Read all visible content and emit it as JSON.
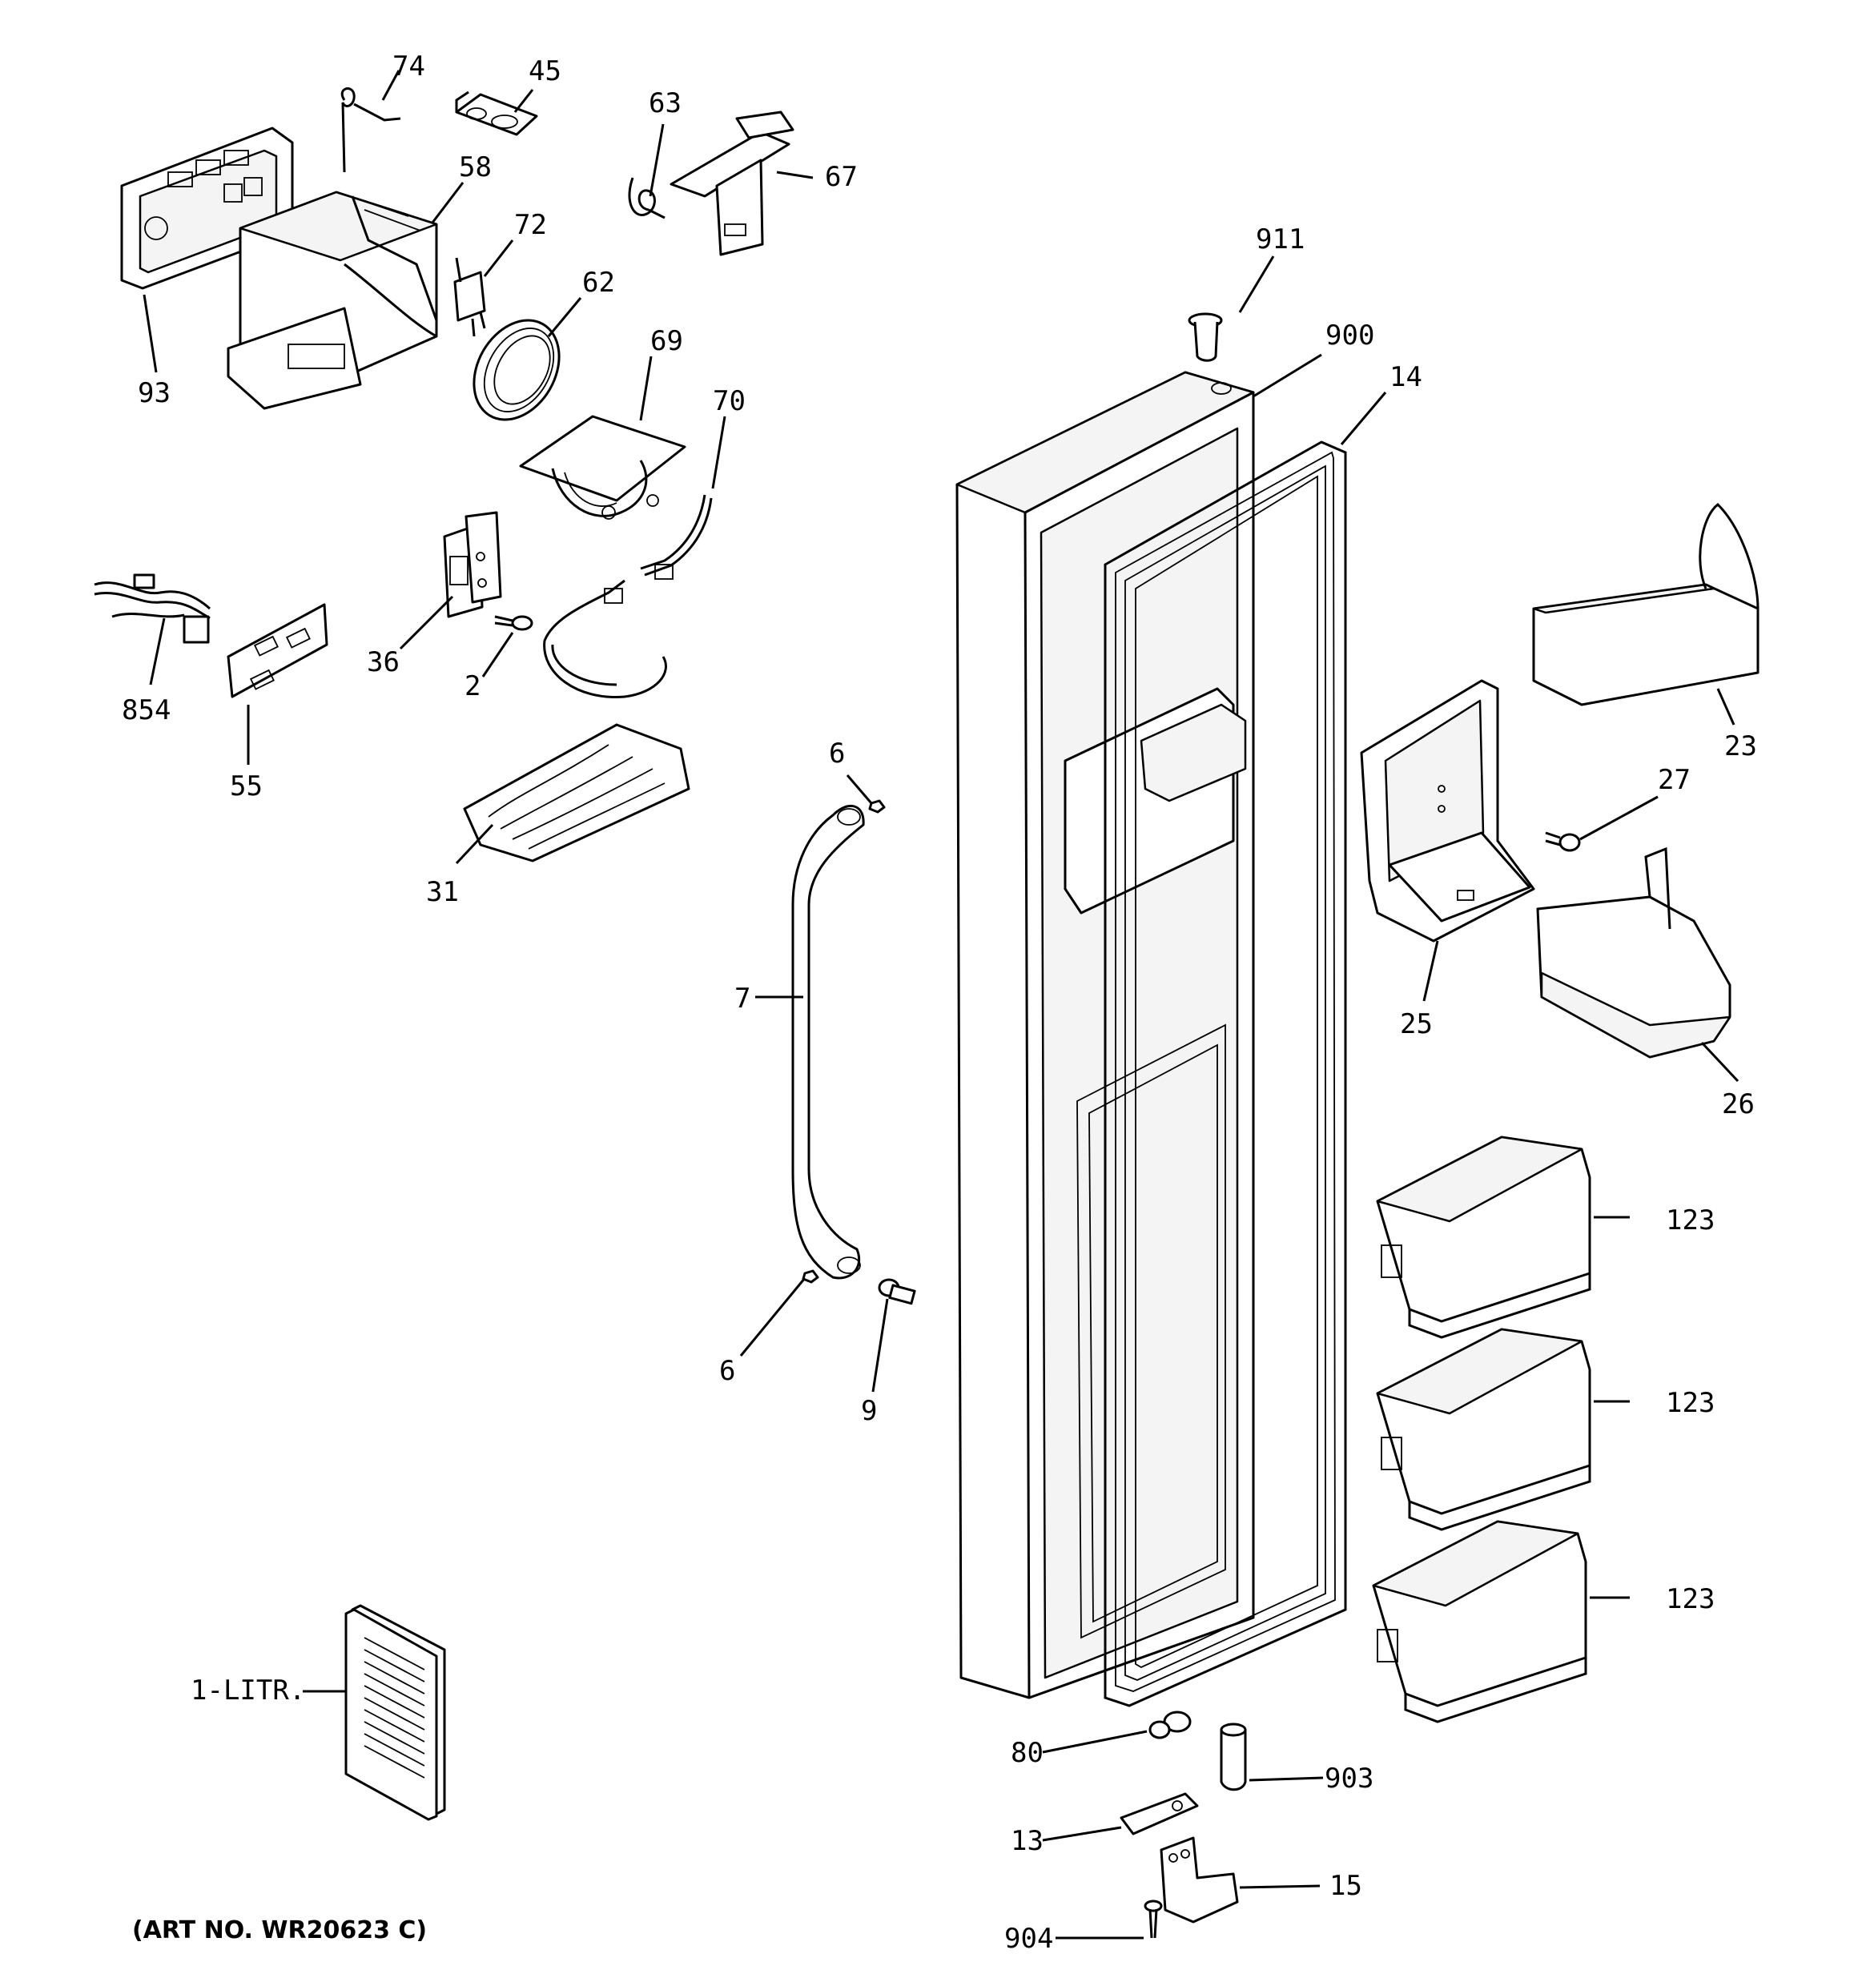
{
  "callouts": {
    "c74": "74",
    "c45": "45",
    "c63": "63",
    "c67": "67",
    "c58": "58",
    "c72": "72",
    "c62": "62",
    "c93": "93",
    "c69": "69",
    "c70": "70",
    "c911": "911",
    "c900": "900",
    "c14": "14",
    "c36": "36",
    "c2": "2",
    "c854": "854",
    "c55": "55",
    "c31": "31",
    "c6a": "6",
    "c7": "7",
    "c6b": "6",
    "c9": "9",
    "c23": "23",
    "c27": "27",
    "c25": "25",
    "c26": "26",
    "c123a": "123",
    "c123b": "123",
    "c123c": "123",
    "c1litr": "1-LITR.",
    "c80": "80",
    "c903": "903",
    "c13": "13",
    "c15": "15",
    "c904": "904"
  },
  "art_number": "(ART NO. WR20623 C)"
}
